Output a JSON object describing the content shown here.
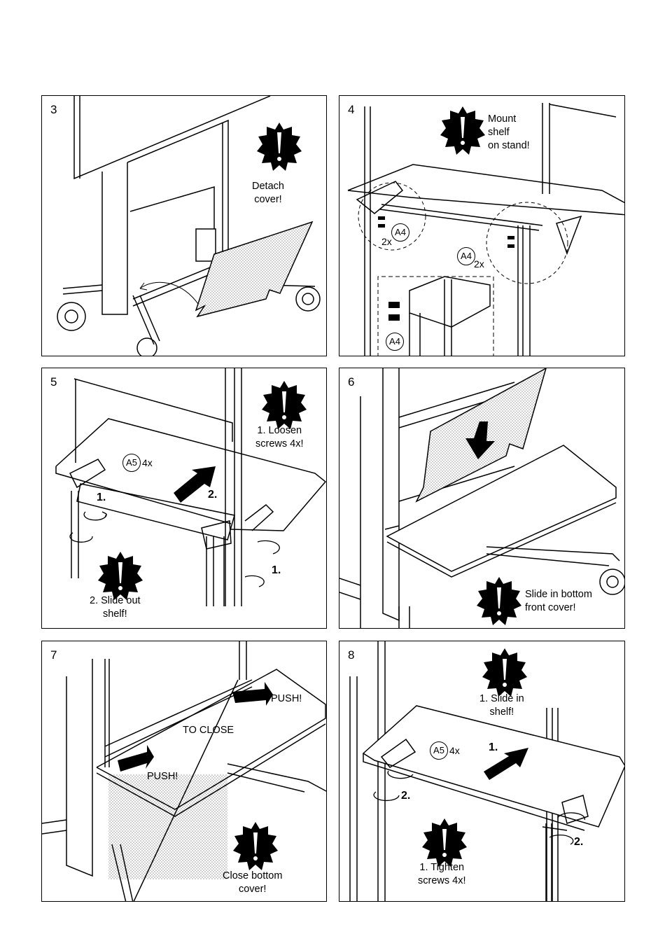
{
  "panels": [
    {
      "number": "3",
      "notes": [
        "Detach",
        "cover!"
      ]
    },
    {
      "number": "4",
      "notes": [
        "Mount",
        "shelf",
        "on stand!"
      ],
      "parts": [
        "A4",
        "A4",
        "A4"
      ],
      "counts": [
        "2x",
        "2x"
      ]
    },
    {
      "number": "5",
      "notes": [
        "1. Loosen",
        "screws 4x!",
        "2. Slide out",
        "shelf!"
      ],
      "parts": [
        "A5"
      ],
      "counts": [
        "4x"
      ],
      "steps": [
        "1.",
        "2.",
        "1."
      ]
    },
    {
      "number": "6",
      "notes": [
        "Slide in bottom",
        "front cover!"
      ]
    },
    {
      "number": "7",
      "notes": [
        "PUSH!",
        "TO CLOSE",
        "PUSH!",
        "Close bottom",
        "cover!"
      ]
    },
    {
      "number": "8",
      "notes": [
        "1. Slide in",
        "shelf!",
        "1. Tighten",
        "screws 4x!"
      ],
      "parts": [
        "A5"
      ],
      "counts": [
        "4x"
      ],
      "steps": [
        "1.",
        "2.",
        "2."
      ]
    }
  ],
  "colors": {
    "ink": "#000000",
    "paper": "#ffffff",
    "hatch": "#9a9a9a"
  },
  "icons": [
    "warning-burst-icon",
    "rotate-arrow-icon",
    "push-arrow-icon"
  ]
}
